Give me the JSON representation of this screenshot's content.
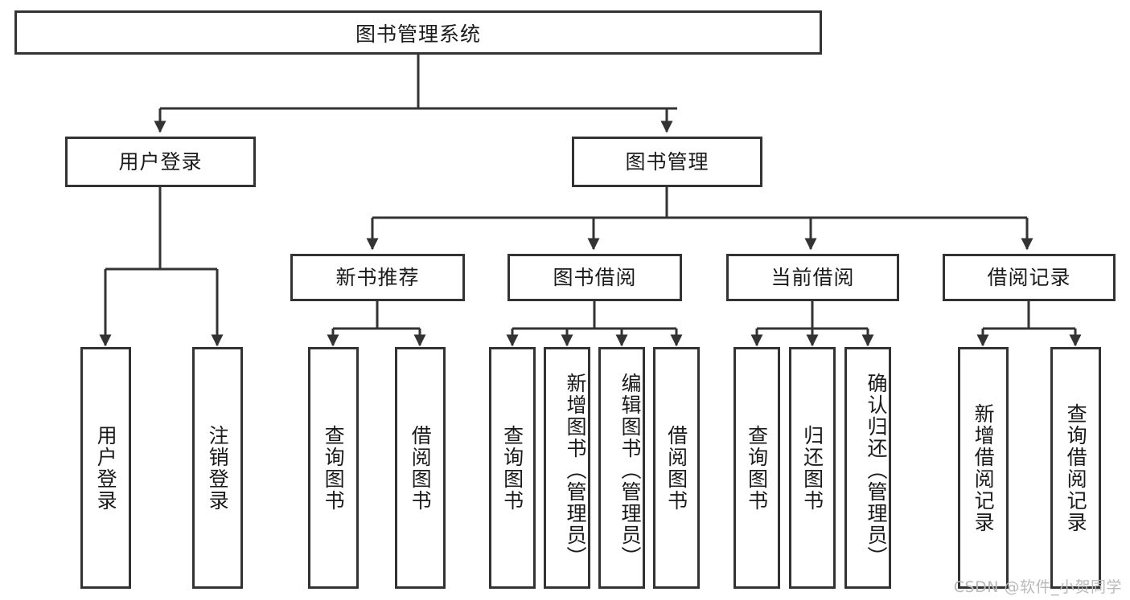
{
  "diagram": {
    "title": "图书管理系统",
    "watermark": "CSDN @软件_小贺同学",
    "colors": {
      "border": "#333333",
      "background": "#ffffff",
      "text": "#1a1a1a",
      "wire": "#333333",
      "watermark": "#b9b9b9"
    },
    "root": {
      "label": "图书管理系统"
    },
    "level1": [
      {
        "label": "用户登录"
      },
      {
        "label": "图书管理"
      }
    ],
    "level2": [
      {
        "label": "新书推荐"
      },
      {
        "label": "图书借阅"
      },
      {
        "label": "当前借阅"
      },
      {
        "label": "借阅记录"
      }
    ],
    "leaves": {
      "user_login": [
        {
          "label": "用户登录"
        },
        {
          "label": "注销登录"
        }
      ],
      "new_book_recommend": [
        {
          "label": "查询图书"
        },
        {
          "label": "借阅图书"
        }
      ],
      "book_borrow": [
        {
          "label": "查询图书"
        },
        {
          "label": "新增图书（管理员）"
        },
        {
          "label": "编辑图书（管理员）"
        },
        {
          "label": "借阅图书"
        }
      ],
      "current_borrow": [
        {
          "label": "查询图书"
        },
        {
          "label": "归还图书"
        },
        {
          "label": "确认归还（管理员）"
        }
      ],
      "borrow_record": [
        {
          "label": "新增借阅记录"
        },
        {
          "label": "查询借阅记录"
        }
      ]
    }
  }
}
